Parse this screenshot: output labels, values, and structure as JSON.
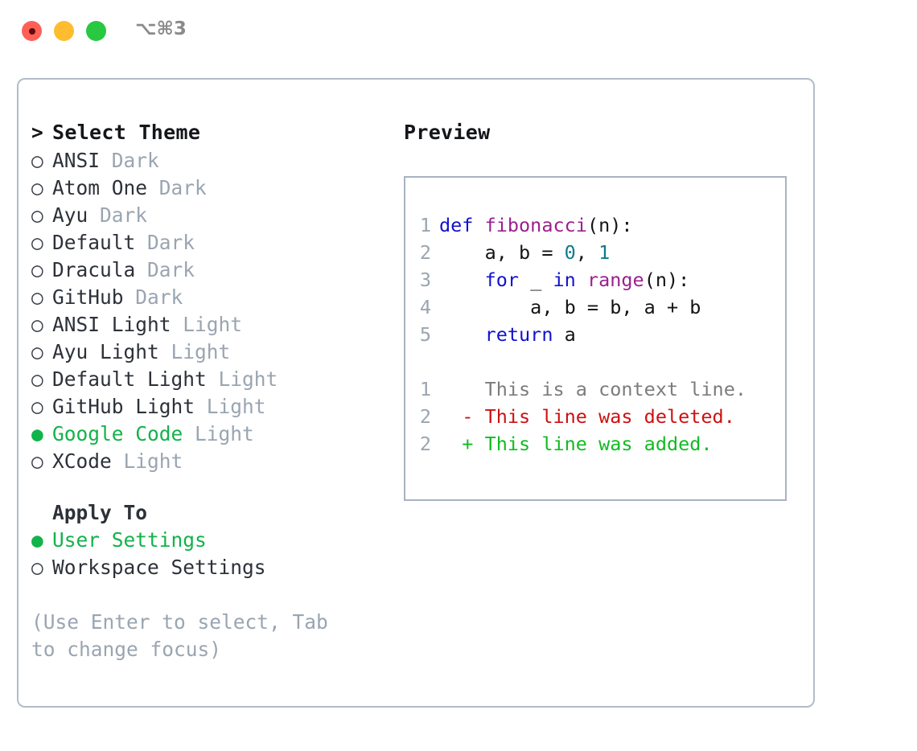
{
  "window": {
    "shortcut": "⌥⌘3",
    "traffic_lights": [
      {
        "name": "close",
        "color": "#FF5F57"
      },
      {
        "name": "minimize",
        "color": "#FEBC2E"
      },
      {
        "name": "maximize",
        "color": "#28C840"
      }
    ]
  },
  "theme_picker": {
    "header_marker": ">",
    "header_label": "Select Theme",
    "marker_selected": "●",
    "marker_unselected": "○",
    "items": [
      {
        "marker": "○",
        "name": "ANSI",
        "kind": "Dark",
        "selected": false
      },
      {
        "marker": "○",
        "name": "Atom One",
        "kind": "Dark",
        "selected": false
      },
      {
        "marker": "○",
        "name": "Ayu",
        "kind": "Dark",
        "selected": false
      },
      {
        "marker": "○",
        "name": "Default",
        "kind": "Dark",
        "selected": false
      },
      {
        "marker": "○",
        "name": "Dracula",
        "kind": "Dark",
        "selected": false
      },
      {
        "marker": "○",
        "name": "GitHub",
        "kind": "Dark",
        "selected": false
      },
      {
        "marker": "○",
        "name": "ANSI Light",
        "kind": "Light",
        "selected": false
      },
      {
        "marker": "○",
        "name": "Ayu Light",
        "kind": "Light",
        "selected": false
      },
      {
        "marker": "○",
        "name": "Default Light",
        "kind": "Light",
        "selected": false
      },
      {
        "marker": "○",
        "name": "GitHub Light",
        "kind": "Light",
        "selected": false
      },
      {
        "marker": "●",
        "name": "Google Code",
        "kind": "Light",
        "selected": true
      },
      {
        "marker": "○",
        "name": "XCode",
        "kind": "Light",
        "selected": false
      }
    ]
  },
  "apply_to": {
    "header_label": "Apply To",
    "items": [
      {
        "marker": "●",
        "name": "User Settings",
        "selected": true
      },
      {
        "marker": "○",
        "name": "Workspace Settings",
        "selected": false
      }
    ]
  },
  "hint": "(Use Enter to select, Tab to change focus)",
  "preview": {
    "label": "Preview",
    "code_lines": [
      {
        "number": "1",
        "tokens": [
          {
            "text": "def ",
            "type": "kw"
          },
          {
            "text": "fibonacci",
            "type": "fn"
          },
          {
            "text": "(n):",
            "type": "plain"
          }
        ]
      },
      {
        "number": "2",
        "tokens": [
          {
            "text": "    a, b = ",
            "type": "plain"
          },
          {
            "text": "0",
            "type": "num"
          },
          {
            "text": ", ",
            "type": "plain"
          },
          {
            "text": "1",
            "type": "num"
          }
        ]
      },
      {
        "number": "3",
        "tokens": [
          {
            "text": "    ",
            "type": "plain"
          },
          {
            "text": "for",
            "type": "kw"
          },
          {
            "text": " _ ",
            "type": "plain"
          },
          {
            "text": "in",
            "type": "kw"
          },
          {
            "text": " ",
            "type": "plain"
          },
          {
            "text": "range",
            "type": "fn"
          },
          {
            "text": "(n):",
            "type": "plain"
          }
        ]
      },
      {
        "number": "4",
        "tokens": [
          {
            "text": "        a, b = b, a + b",
            "type": "plain"
          }
        ]
      },
      {
        "number": "5",
        "tokens": [
          {
            "text": "    ",
            "type": "plain"
          },
          {
            "text": "return",
            "type": "kw"
          },
          {
            "text": " a",
            "type": "plain"
          }
        ]
      }
    ],
    "diff_lines": [
      {
        "number": "1",
        "sign": " ",
        "text": " This is a context line.",
        "type": "context"
      },
      {
        "number": "2",
        "sign": "-",
        "text": " This line was deleted.",
        "type": "deleted"
      },
      {
        "number": "2",
        "sign": "+",
        "text": " This line was added.",
        "type": "added"
      }
    ]
  },
  "colors": {
    "selected_green": "#12b34a",
    "muted_gray": "#9aa5b1",
    "keyword_blue": "#1212cf",
    "function_purple": "#9c1f8e",
    "number_teal": "#0c7c8a",
    "diff_added": "#11bb22",
    "diff_deleted": "#cc1111",
    "panel_border": "#b3bcc9"
  }
}
